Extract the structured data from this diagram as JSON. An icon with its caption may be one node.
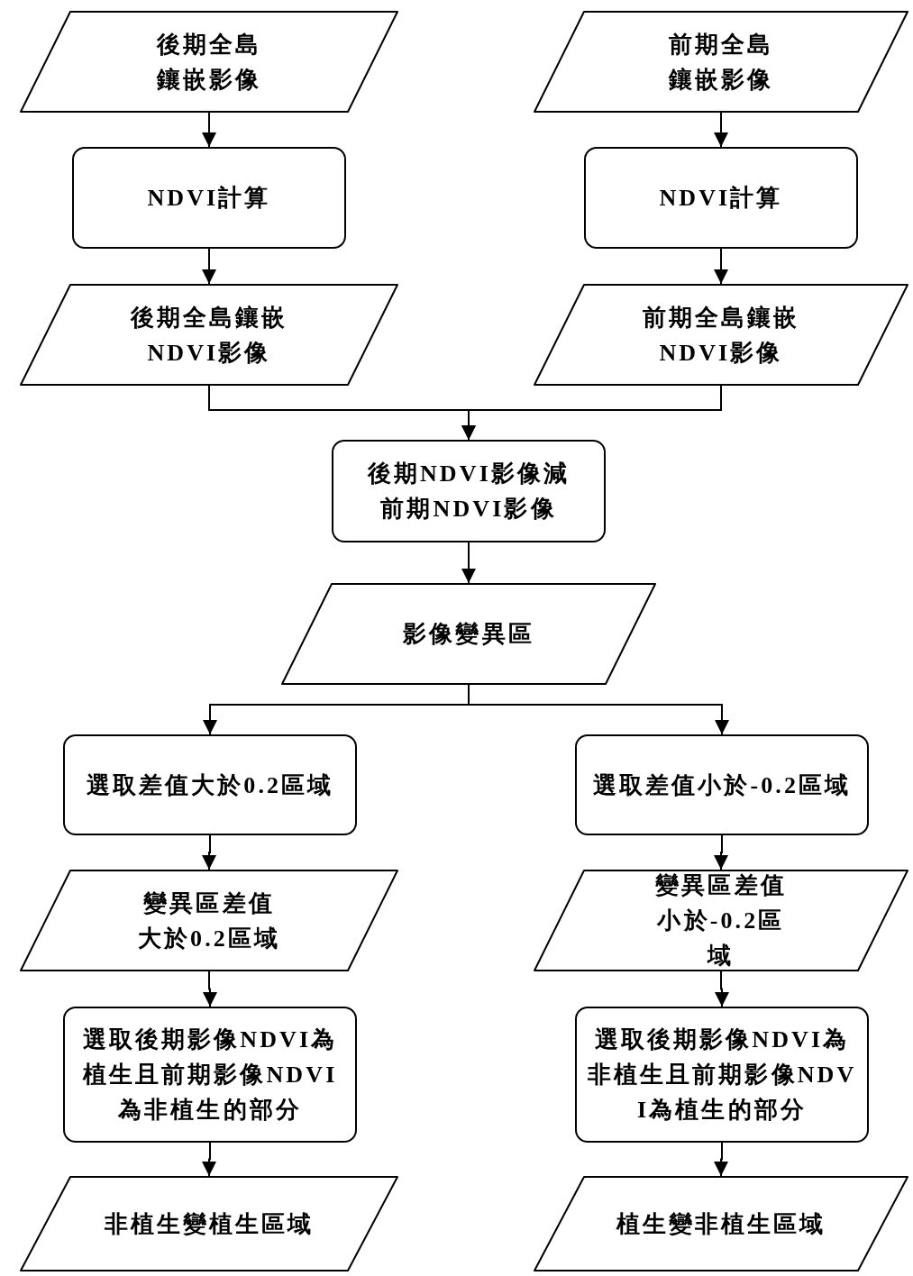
{
  "diagram": {
    "nodes": [
      {
        "text": [
          "後期全島鑲嵌影像"
        ]
      },
      {
        "text": [
          "NDVI計算"
        ]
      },
      {
        "text": [
          "後期全島鑲嵌NDVI影像"
        ]
      },
      {
        "text": [
          "前期全島鑲嵌影像"
        ]
      },
      {
        "text": [
          "NDVI計算"
        ]
      },
      {
        "text": [
          "前期全島鑲嵌NDVI影像"
        ]
      },
      {
        "text": [
          "後期NDVI影像減前期NDVI影像"
        ]
      },
      {
        "text": [
          "影像變異區"
        ]
      },
      {
        "text": [
          "選取差值大於0.2區域"
        ]
      },
      {
        "text": [
          "變異區差值大於0.2區域"
        ]
      },
      {
        "text": [
          "選取後期影像NDVI為植生且前期影像NDVI為非植生的部分"
        ]
      },
      {
        "text": [
          "非植生變植生區域"
        ]
      },
      {
        "text": [
          "選取差值小於-0.2區域"
        ]
      },
      {
        "text": [
          "變異區差值小於-0.2區域"
        ]
      },
      {
        "text": [
          "選取後期影像NDVI為非植生且前期影像NDVI為植生的部分"
        ]
      },
      {
        "text": [
          "植生變非植生區域"
        ]
      }
    ],
    "edges": [
      {
        "from": 0,
        "to": 1,
        "arrow": "to"
      },
      {
        "from": 1,
        "to": 2,
        "arrow": "to"
      },
      {
        "from": 3,
        "to": 4,
        "arrow": "to"
      },
      {
        "from": 4,
        "to": 5,
        "arrow": "to"
      },
      {
        "from": 2,
        "to": 6,
        "arrow": "to"
      },
      {
        "from": 5,
        "to": 6,
        "arrow": "to"
      },
      {
        "from": 6,
        "to": 7,
        "arrow": "to"
      },
      {
        "from": 7,
        "to": 8,
        "arrow": "to"
      },
      {
        "from": 7,
        "to": 12,
        "arrow": "to"
      },
      {
        "from": 8,
        "to": 9,
        "arrow": "to"
      },
      {
        "from": 9,
        "to": 10,
        "arrow": "to"
      },
      {
        "from": 10,
        "to": 11,
        "arrow": "to"
      },
      {
        "from": 12,
        "to": 13,
        "arrow": "to"
      },
      {
        "from": 13,
        "to": 14,
        "arrow": "to"
      },
      {
        "from": 14,
        "to": 15,
        "arrow": "to"
      }
    ]
  }
}
